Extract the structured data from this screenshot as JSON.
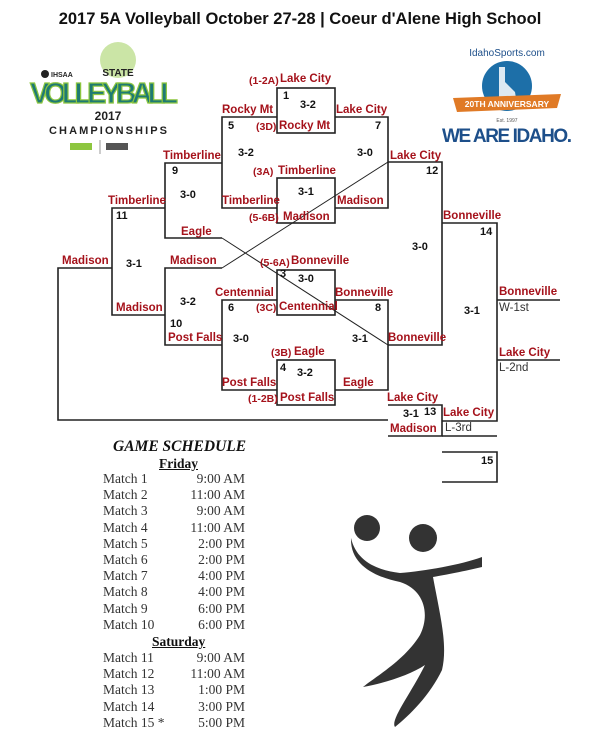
{
  "title": "2017 5A Volleyball October 27-28 | Coeur d'Alene High School",
  "logos": {
    "left": {
      "org": "IHSAA",
      "line1": "STATE",
      "line2": "VOLLEYBALL",
      "year": "2017",
      "line3": "CHAMPIONSHIPS",
      "colors": {
        "teal": "#1e7a73",
        "green": "#8dc63f"
      }
    },
    "right": {
      "brand": "IdahoSports.com",
      "ribbon": "20TH ANNIVERSARY",
      "est": "Est. 1997",
      "tagline": "WE ARE IDAHO.",
      "colors": {
        "blue": "#1d4f8a",
        "orange": "#e07a26"
      }
    }
  },
  "colors": {
    "team": "#a5121b",
    "lines": "#222222"
  },
  "bracket": {
    "m1": {
      "number": "1",
      "score": "3-2",
      "top_seed": "(1-2A)",
      "top": "Lake City",
      "bottom_seed": "(3D)",
      "bottom": "Rocky Mt"
    },
    "m2": {
      "score": "3-1",
      "top_seed": "(3A)",
      "top": "Timberline",
      "bottom_seed": "(5-6B)",
      "bottom": "Madison"
    },
    "m3": {
      "number": "3",
      "score": "3-0",
      "top_seed": "(5-6A)",
      "top": "Bonneville",
      "bottom_seed": "(3C)",
      "bottom": "Centennial"
    },
    "m4": {
      "number": "4",
      "score": "3-2",
      "top_seed": "(3B)",
      "top": "Eagle",
      "bottom_seed": "(1-2B)",
      "bottom": "Post Falls"
    },
    "m5": {
      "number": "5",
      "score": "3-2",
      "top": "Rocky Mt",
      "bottom": "Timberline"
    },
    "m6": {
      "number": "6",
      "score": "3-0",
      "top": "Centennial",
      "bottom": "Post Falls"
    },
    "m7": {
      "number": "7",
      "score": "3-0",
      "top": "Lake City",
      "bottom": "Madison"
    },
    "m8": {
      "number": "8",
      "score": "3-1",
      "top": "Bonneville",
      "bottom": "Eagle"
    },
    "m9": {
      "number": "9",
      "score": "3-0",
      "top": "Timberline",
      "bottom": "Eagle"
    },
    "m10": {
      "number": "10",
      "score": "3-2",
      "top": "Madison",
      "bottom": "Post Falls"
    },
    "m11": {
      "number": "11",
      "score": "3-1",
      "top": "Timberline",
      "bottom": "Madison",
      "winner": "Madison"
    },
    "m12": {
      "number": "12",
      "score": "3-0",
      "top": "Lake City",
      "bottom": "Bonneville"
    },
    "m13": {
      "number": "13",
      "score": "3-1",
      "top": "Lake City",
      "bottom": "Madison",
      "winner": "Lake City",
      "result": "L-3rd"
    },
    "m14": {
      "number": "14",
      "score": "3-1",
      "top": "Bonneville",
      "bottom": "Lake City"
    },
    "m15": {
      "number": "15"
    },
    "champion": {
      "team": "Bonneville",
      "result": "W-1st"
    },
    "runner_up": {
      "team": "Lake City",
      "result": "L-2nd"
    }
  },
  "schedule": {
    "heading": "GAME SCHEDULE",
    "friday": {
      "label": "Friday",
      "matches": [
        {
          "match": "Match 1",
          "time": "9:00 AM"
        },
        {
          "match": "Match 2",
          "time": "11:00 AM"
        },
        {
          "match": "Match 3",
          "time": "9:00 AM"
        },
        {
          "match": "Match 4",
          "time": "11:00 AM"
        },
        {
          "match": "Match 5",
          "time": "2:00 PM"
        },
        {
          "match": "Match 6",
          "time": "2:00 PM"
        },
        {
          "match": "Match 7",
          "time": "4:00 PM"
        },
        {
          "match": "Match 8",
          "time": "4:00 PM"
        },
        {
          "match": "Match 9",
          "time": "6:00 PM"
        },
        {
          "match": "Match 10",
          "time": "6:00 PM"
        }
      ]
    },
    "saturday": {
      "label": "Saturday",
      "matches": [
        {
          "match": "Match 11",
          "time": "9:00 AM"
        },
        {
          "match": "Match 12",
          "time": "11:00 AM"
        },
        {
          "match": "Match 13",
          "time": "1:00 PM"
        },
        {
          "match": "Match 14",
          "time": "3:00 PM"
        },
        {
          "match": "Match 15 *",
          "time": "5:00 PM"
        }
      ]
    }
  },
  "illustration": {
    "icon": "volleyball-player-icon",
    "color": "#333333"
  }
}
